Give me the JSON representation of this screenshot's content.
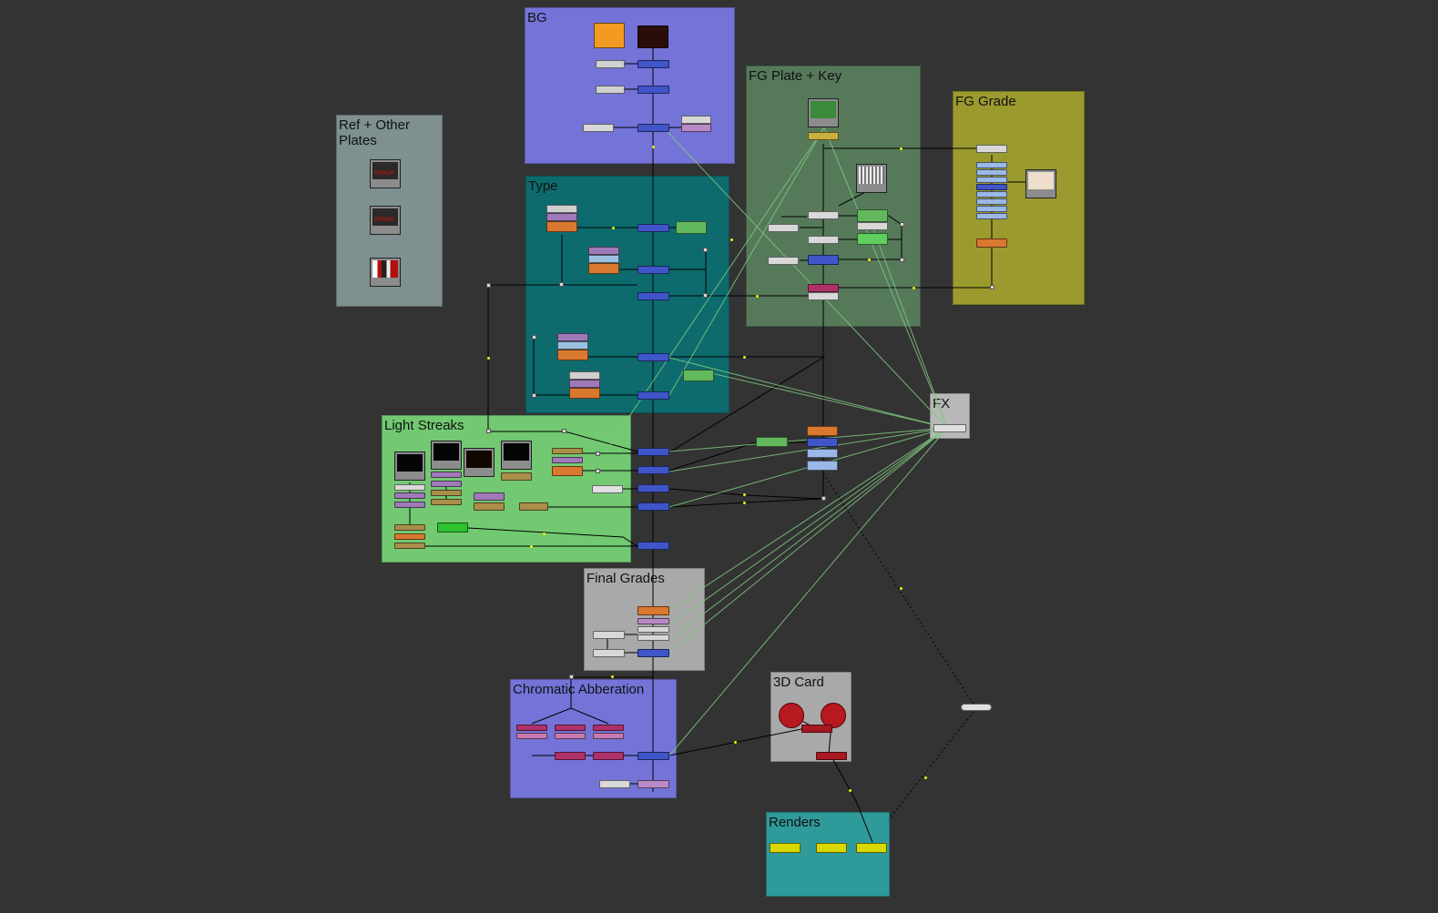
{
  "app": "Nuke node graph",
  "backdrops": {
    "bg": "BG",
    "type": "Type",
    "fg_plate": "FG Plate + Key",
    "fg_grade": "FG Grade",
    "ref": "Ref + Other\nPlates",
    "light_streaks": "Light Streaks",
    "fx": "FX",
    "final_grades": "Final Grades",
    "chromatic": "Chromatic Abberation",
    "card_3d": "3D Card",
    "renders": "Renders"
  },
  "ref_thumbs": {
    "error_label": "ERROR"
  },
  "colors": {
    "bg_backdrop": "#7474d8",
    "type_backdrop": "#0d6b6e",
    "fg_plate_backdrop": "#56795a",
    "fg_grade_backdrop": "#9b9a2e",
    "ref_backdrop": "#7e9090",
    "light_streaks_backdrop": "#72c972",
    "fx_backdrop": "#b8b8b8",
    "final_grades_backdrop": "#a9a9a9",
    "chromatic_backdrop": "#7474d8",
    "card_3d_backdrop": "#a9a9a9",
    "renders_backdrop": "#2f9a9a",
    "merge_node": "#3f55c8",
    "grade_node": "#d9782f",
    "color_node": "#a07ab8",
    "read_node": "#b0b0b0",
    "shuffle_node": "#9aa8c8",
    "transform_node": "#a98f4a",
    "write_node": "#d8d800",
    "card_node": "#a81820",
    "wire": "#000000",
    "expression_wire": "#7fc97f"
  }
}
